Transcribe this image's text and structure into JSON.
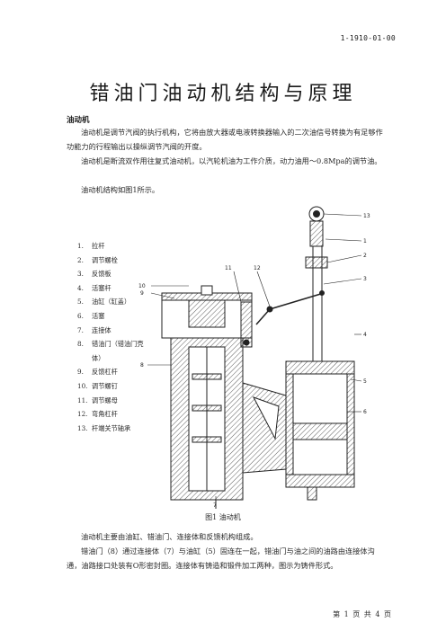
{
  "doc_code": "1-1910-01-00",
  "title": "错油门油动机结构与原理",
  "section_heading": "油动机",
  "paragraphs": {
    "p1": "油动机是调节汽阀的执行机构，它将由放大器或电液转换器输入的二次油信号转换为有足够作功能力的行程输出以操纵调节汽阀的开度。",
    "p2": "油动机是断流双作用往复式油动机，以汽轮机油为工作介质，动力油用～0.8Mpa的调节油。",
    "p3": "油动机结构如图1所示。",
    "p4": "油动机主要由油缸、错油门、连接体和反馈机构组成。",
    "p5": "错油门（8）通过连接体（7）与油缸（5）固连在一起，错油门与油之间的油路由连接体沟通，油路接口处装有O形密封圈。连接体有铸造和锻件加工两种，图示为铸件形式。"
  },
  "legend": [
    {
      "num": "1.",
      "text": "拉杆"
    },
    {
      "num": "2.",
      "text": "调节螺栓"
    },
    {
      "num": "3.",
      "text": "反馈板"
    },
    {
      "num": "4.",
      "text": "活塞杆"
    },
    {
      "num": "5.",
      "text": "油缸（缸盖）"
    },
    {
      "num": "6.",
      "text": "活塞"
    },
    {
      "num": "7.",
      "text": "连接体"
    },
    {
      "num": "8.",
      "text": "错油门（错油门壳体）"
    },
    {
      "num": "9.",
      "text": "反馈杠杆"
    },
    {
      "num": "10.",
      "text": "调节螺钉"
    },
    {
      "num": "11.",
      "text": "调节螺母"
    },
    {
      "num": "12.",
      "text": "弯角杠杆"
    },
    {
      "num": "13.",
      "text": "杆端关节轴承"
    }
  ],
  "figure_labels": [
    "1",
    "2",
    "3",
    "4",
    "5",
    "6",
    "7",
    "8",
    "9",
    "10",
    "11",
    "12",
    "13"
  ],
  "figure_caption": "图1  油动机",
  "footer": "第 1 页 共 4 页"
}
